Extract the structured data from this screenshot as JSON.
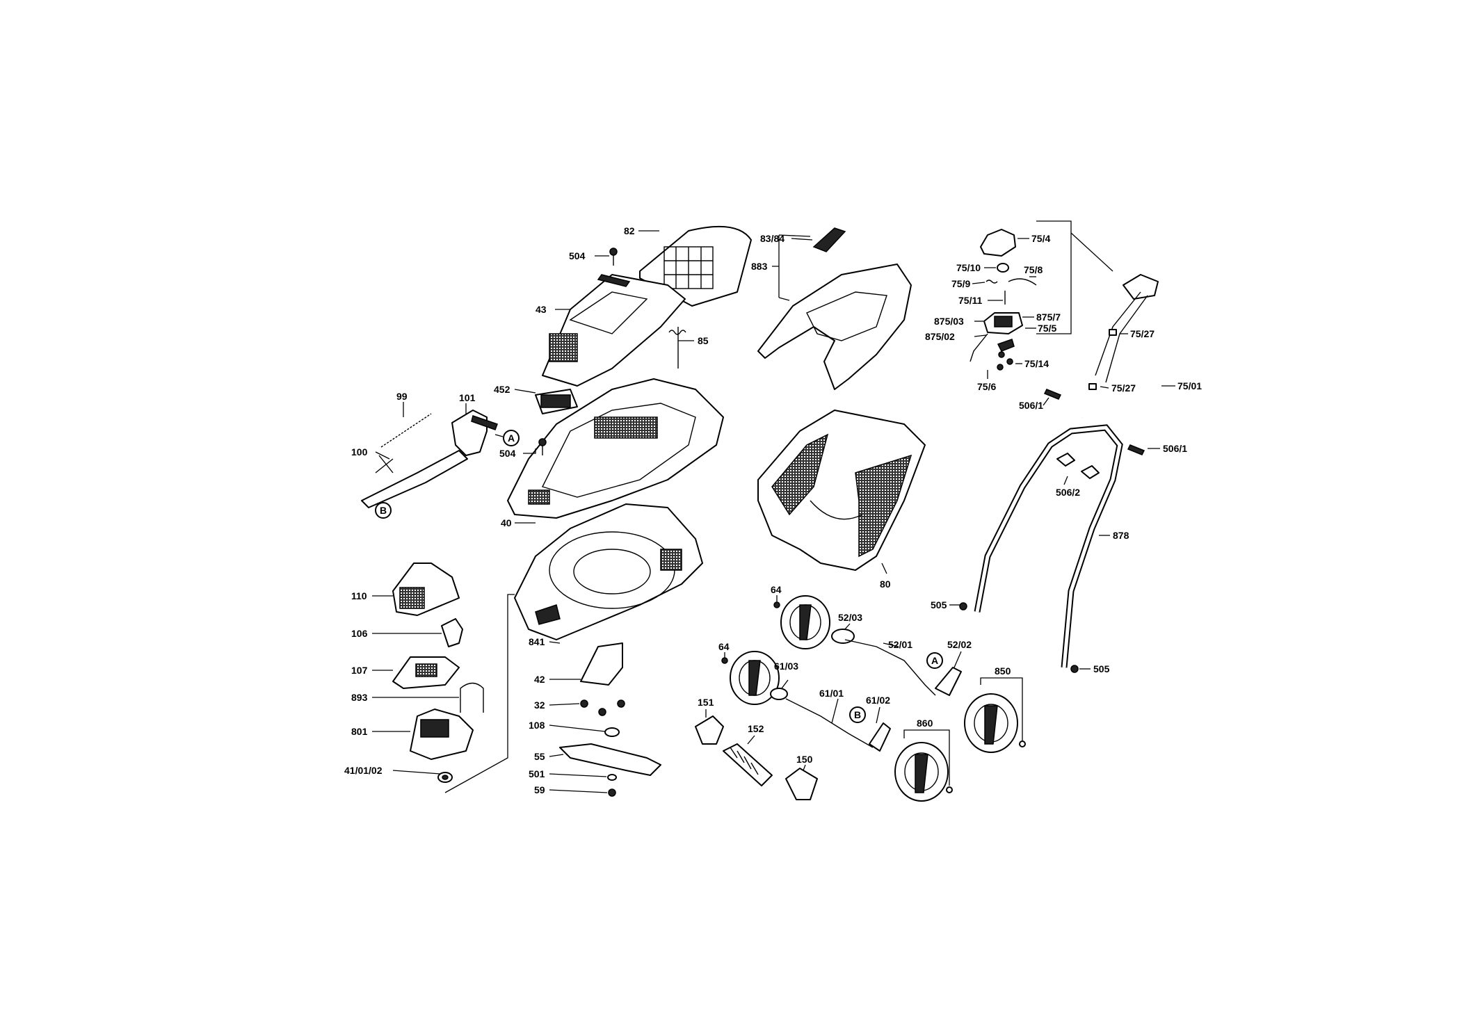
{
  "labels": {
    "l82": "82",
    "l504a": "504",
    "l43": "43",
    "l85": "85",
    "l452": "452",
    "l504b": "504",
    "l40": "40",
    "l99": "99",
    "l101": "101",
    "l100": "100",
    "l110": "110",
    "l106": "106",
    "l107": "107",
    "l893": "893",
    "l801": "801",
    "l41_01_02": "41/01/02",
    "l841": "841",
    "l42": "42",
    "l32": "32",
    "l108": "108",
    "l55": "55",
    "l501": "501",
    "l59": "59",
    "l83_84": "83/84",
    "l883": "883",
    "l80": "80",
    "l64a": "64",
    "l64b": "64",
    "l52_03": "52/03",
    "l52_01": "52/01",
    "l52_02": "52/02",
    "l61_03": "61/03",
    "l61_01": "61/01",
    "l61_02": "61/02",
    "l151": "151",
    "l152": "152",
    "l150": "150",
    "l860": "860",
    "l850": "850",
    "l75_4": "75/4",
    "l75_10": "75/10",
    "l75_8": "75/8",
    "l75_9": "75/9",
    "l75_11": "75/11",
    "l875_03": "875/03",
    "l875_7": "875/7",
    "l875_02": "875/02",
    "l75_5": "75/5",
    "l75_14": "75/14",
    "l75_6": "75/6",
    "l506_1a": "506/1",
    "l75_27a": "75/27",
    "l75_27b": "75/27",
    "l75_01": "75/01",
    "l506_1b": "506/1",
    "l506_2": "506/2",
    "l878": "878",
    "l505a": "505",
    "l505b": "505"
  },
  "callouts": {
    "a_top": "A",
    "b_top": "B",
    "a_axle": "A",
    "b_axle": "B"
  }
}
